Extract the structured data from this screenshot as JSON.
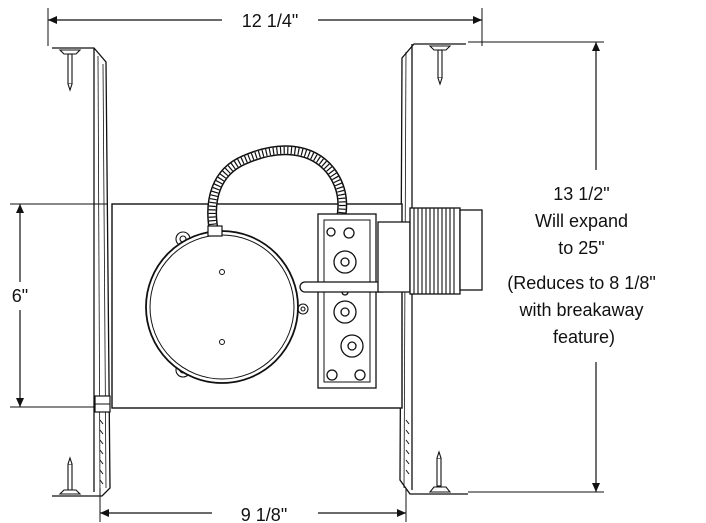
{
  "dimensions": {
    "top_width": "12 1/4\"",
    "bottom_width": "9 1/8\"",
    "left_height": "6\"",
    "right_height_lines": [
      "13 1/2\"",
      "Will expand",
      "to 25\"",
      "(Reduces to 8 1/8\"",
      "with breakaway",
      "feature)"
    ]
  }
}
